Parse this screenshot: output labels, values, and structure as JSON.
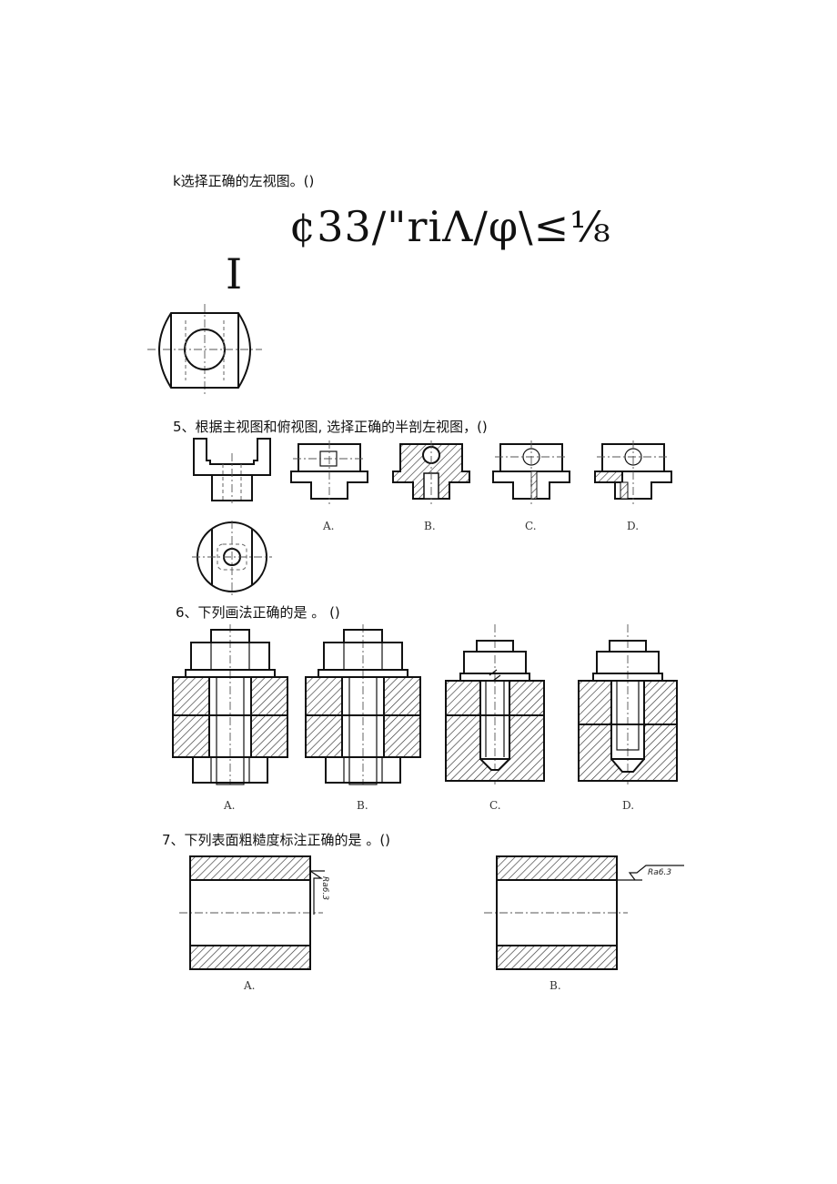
{
  "q4": {
    "text": "k选择正确的左视图。()"
  },
  "garbled": {
    "line": "¢33/\"riΛ/φ\\≤⅛",
    "mark": "I"
  },
  "q5": {
    "text": "5、根据主视图和俯视图, 选择正确的半剖左视图，()",
    "options": [
      "A.",
      "B.",
      "C.",
      "D."
    ]
  },
  "q6": {
    "text": "6、下列画法正确的是 。 ()",
    "options": [
      "A.",
      "B.",
      "C.",
      "D."
    ]
  },
  "q7": {
    "text": "7、下列表面粗糙度标注正确的是 。()",
    "options": [
      "A.",
      "B."
    ],
    "roughness_a": "Ra6.3",
    "roughness_b": "Ra6.3"
  }
}
